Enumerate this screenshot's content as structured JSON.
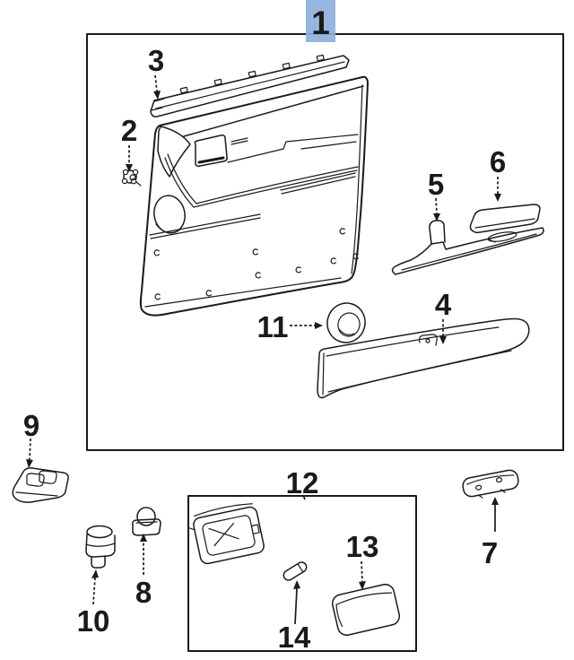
{
  "colors": {
    "highlight_bg": "#8fb0da",
    "highlight_text": "#17335f",
    "line": "#1a1a1a",
    "background": "#ffffff"
  },
  "callouts": {
    "n1": "1",
    "n2": "2",
    "n3": "3",
    "n4": "4",
    "n5": "5",
    "n6": "6",
    "n7": "7",
    "n8": "8",
    "n9": "9",
    "n10": "10",
    "n11": "11",
    "n12": "12",
    "n13": "13",
    "n14": "14"
  }
}
